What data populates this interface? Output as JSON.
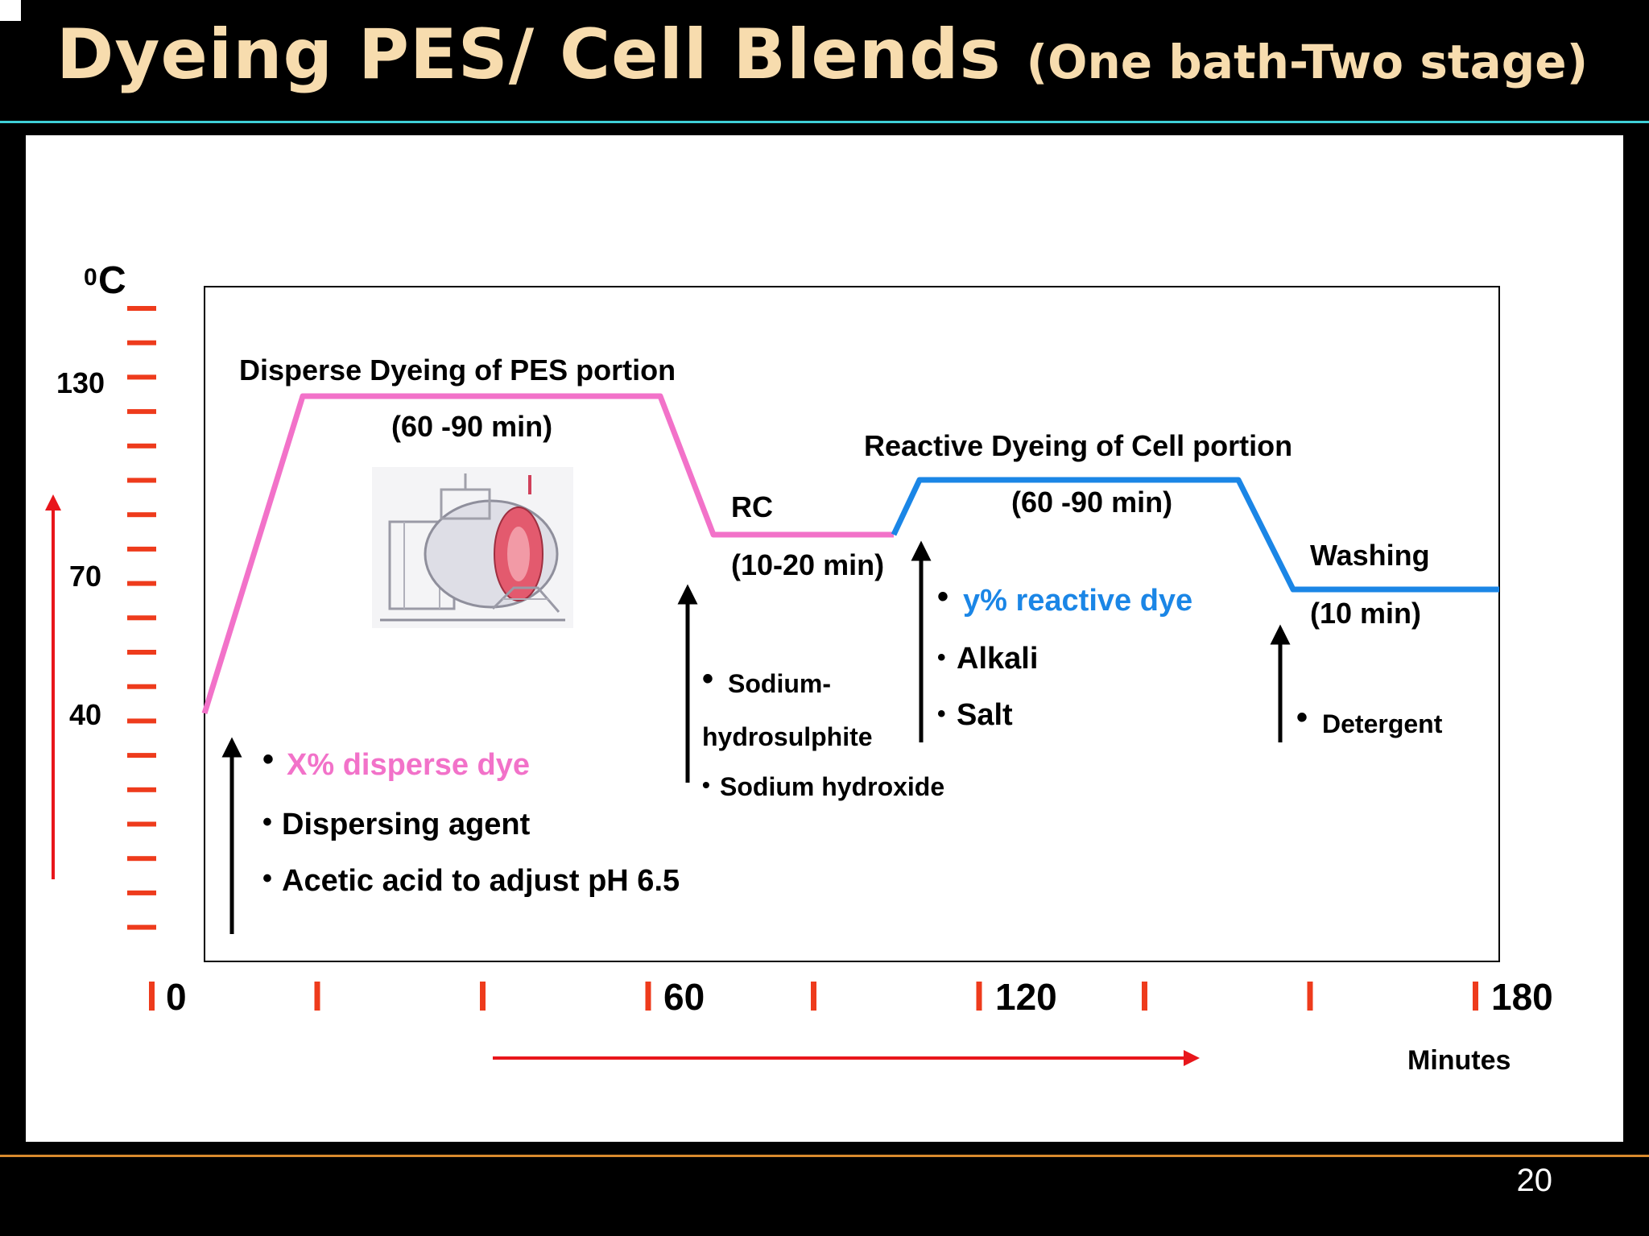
{
  "title": {
    "main": "Dyeing PES/ Cell Blends",
    "sub": "(One bath-Two stage)"
  },
  "page_number": "20",
  "axis": {
    "y_unit_sup": "0",
    "y_unit": "C",
    "y_ticks": [
      "130",
      "70",
      "40"
    ],
    "x_ticks": [
      "0",
      "60",
      "120",
      "180"
    ],
    "x_label": "Minutes"
  },
  "stages": {
    "disperse": {
      "title": "Disperse Dyeing of PES portion",
      "duration": "(60 -90 min)"
    },
    "rc": {
      "title": "RC",
      "duration": "(10-20 min)"
    },
    "reactive": {
      "title": "Reactive Dyeing of Cell portion",
      "duration": "(60 -90 min)"
    },
    "washing": {
      "title": "Washing",
      "duration": "(10 min)"
    }
  },
  "additions": {
    "disperse": [
      "X% disperse dye",
      "Dispersing agent",
      "Acetic acid to adjust pH 6.5"
    ],
    "rc_line1": "Sodium-",
    "rc_line2": "hydrosulphite",
    "rc_line3": "Sodium hydroxide",
    "reactive": [
      "y% reactive dye",
      "Alkali",
      "Salt"
    ],
    "washing": [
      "Detergent"
    ]
  },
  "colors": {
    "disperse": "#f272c9",
    "reactive": "#1b86e6",
    "tick": "#ee3b1c",
    "axis_arrow": "#e8161b",
    "title": "#f7dcae"
  },
  "icons": {
    "machine": "dyeing-machine-illustration"
  }
}
